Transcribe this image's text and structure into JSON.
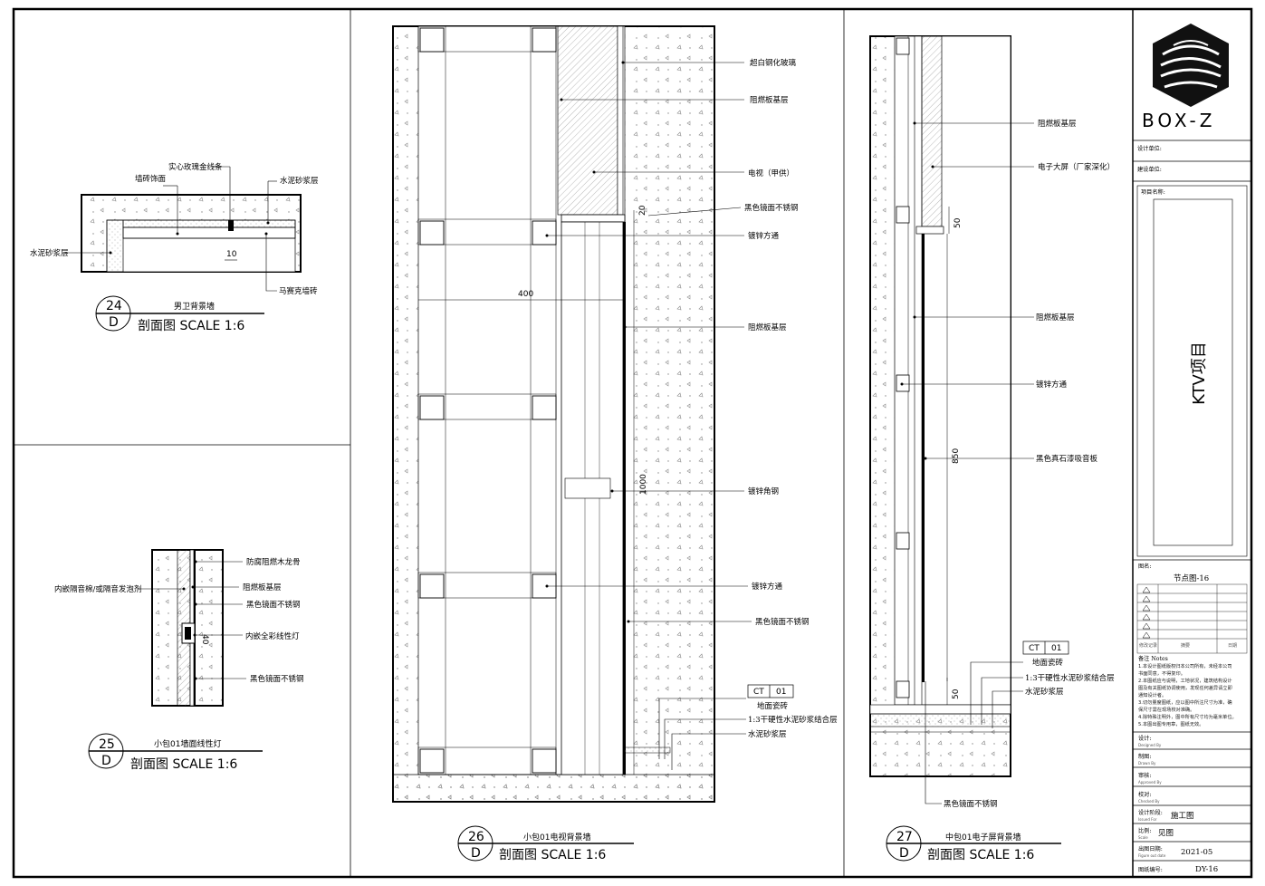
{
  "sheet": {
    "logo_text": "BOX-Z",
    "design_unit_label": "设计单位:",
    "client_unit_label": "建设单位:",
    "project_name_label": "项目名称:",
    "project_name": "KTV项目",
    "drawing_name_label": "图名:",
    "drawing_name": "节点图-16",
    "rev_col1": "修改记录",
    "rev_col2": "摘要",
    "rev_col3": "日期",
    "notes_title": "备注 Notes",
    "notes": [
      "1.本设计图纸版权归本公司所有，未经本公司",
      "书面同意，不得复印。",
      "2.本图纸应与说明，工地状况，建筑结构设计",
      "图及有关图纸协调使用，发现任何差异请立即",
      "通知设计者。",
      "3.切勿量度图纸，应以图中所注尺寸为准，确",
      "保尺寸需在现场校对准确。",
      "4.除特殊注明外，图中所有尺寸均为毫米单位。",
      "5.本图出图专用章，图纸无效。"
    ],
    "design_label": "设计:",
    "design_en": "Designed By",
    "draw_label": "制图:",
    "draw_en": "Drawn By",
    "approve_label": "审核:",
    "approve_en": "Approved By",
    "check_label": "校对:",
    "check_en": "Checked By",
    "stage_label": "设计阶段:",
    "stage_en": "Issued For",
    "stage_value": "施工图",
    "scale_label": "比例:",
    "scale_en": "Scale",
    "scale_value": "见图",
    "date_label": "出图日期:",
    "date_en": "Figure out date",
    "date_value": "2021-05",
    "number_label": "图纸编号:",
    "number_value": "DY-16"
  },
  "d24": {
    "num": "24",
    "sheet": "D",
    "title": "男卫背景墙",
    "sub": "剖面图  SCALE 1:6",
    "labels": [
      "实心玫瑰金线条",
      "墙砖饰面",
      "水泥砂浆层",
      "水泥砂浆层",
      "马赛克墙砖"
    ],
    "dim": "10"
  },
  "d25": {
    "num": "25",
    "sheet": "D",
    "title": "小包01墙面线性灯",
    "sub": "剖面图  SCALE 1:6",
    "labels": [
      "防腐阻燃木龙骨",
      "内嵌隔音棉/或隔音发泡剂",
      "阻燃板基层",
      "黑色镜面不锈钢",
      "内嵌全彩线性灯",
      "黑色镜面不锈钢"
    ],
    "dim": "40"
  },
  "d26": {
    "num": "26",
    "sheet": "D",
    "title": "小包01电视背景墙",
    "sub": "剖面图  SCALE 1:6",
    "labels": [
      "超白钢化玻璃",
      "阻燃板基层",
      "电视（甲供）",
      "黑色镜面不锈钢",
      "镀锌方通",
      "阻燃板基层",
      "镀锌角钢",
      "镀锌方通",
      "黑色镜面不锈钢",
      "地面瓷砖",
      "1:3干硬性水泥砂浆结合层",
      "水泥砂浆层"
    ],
    "tag_ct": "CT",
    "tag_no": "01",
    "dims": [
      "20",
      "400",
      "1000"
    ]
  },
  "d27": {
    "num": "27",
    "sheet": "D",
    "title": "中包01电子屏背景墙",
    "sub": "剖面图  SCALE 1:6",
    "labels": [
      "阻燃板基层",
      "电子大屏（厂家深化）",
      "阻燃板基层",
      "镀锌方通",
      "黑色真石漆吸音板",
      "地面瓷砖",
      "1:3干硬性水泥砂浆结合层",
      "水泥砂浆层",
      "黑色镜面不锈钢"
    ],
    "tag_ct": "CT",
    "tag_no": "01",
    "dims": [
      "50",
      "850",
      "50"
    ]
  }
}
